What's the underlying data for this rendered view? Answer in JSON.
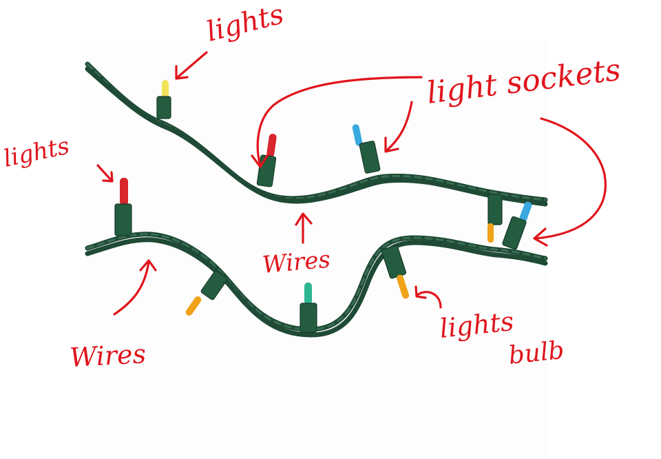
{
  "labels": {
    "lights_top": "lights",
    "lights_left": "lights",
    "light_sockets": "light sockets",
    "wires_center": "Wires",
    "wires_bottom": "Wires",
    "lights_bulb_line1": "lights",
    "lights_bulb_line2": "bulb"
  },
  "colors": {
    "annotation": "#e0141c",
    "wire": "#1f4a35",
    "socket": "#245c40",
    "bulb_yellow": "#f2e25a",
    "bulb_red": "#d8262c",
    "bulb_blue": "#39a9e0",
    "bulb_orange": "#f0a21a",
    "bulb_green": "#2bb591"
  }
}
